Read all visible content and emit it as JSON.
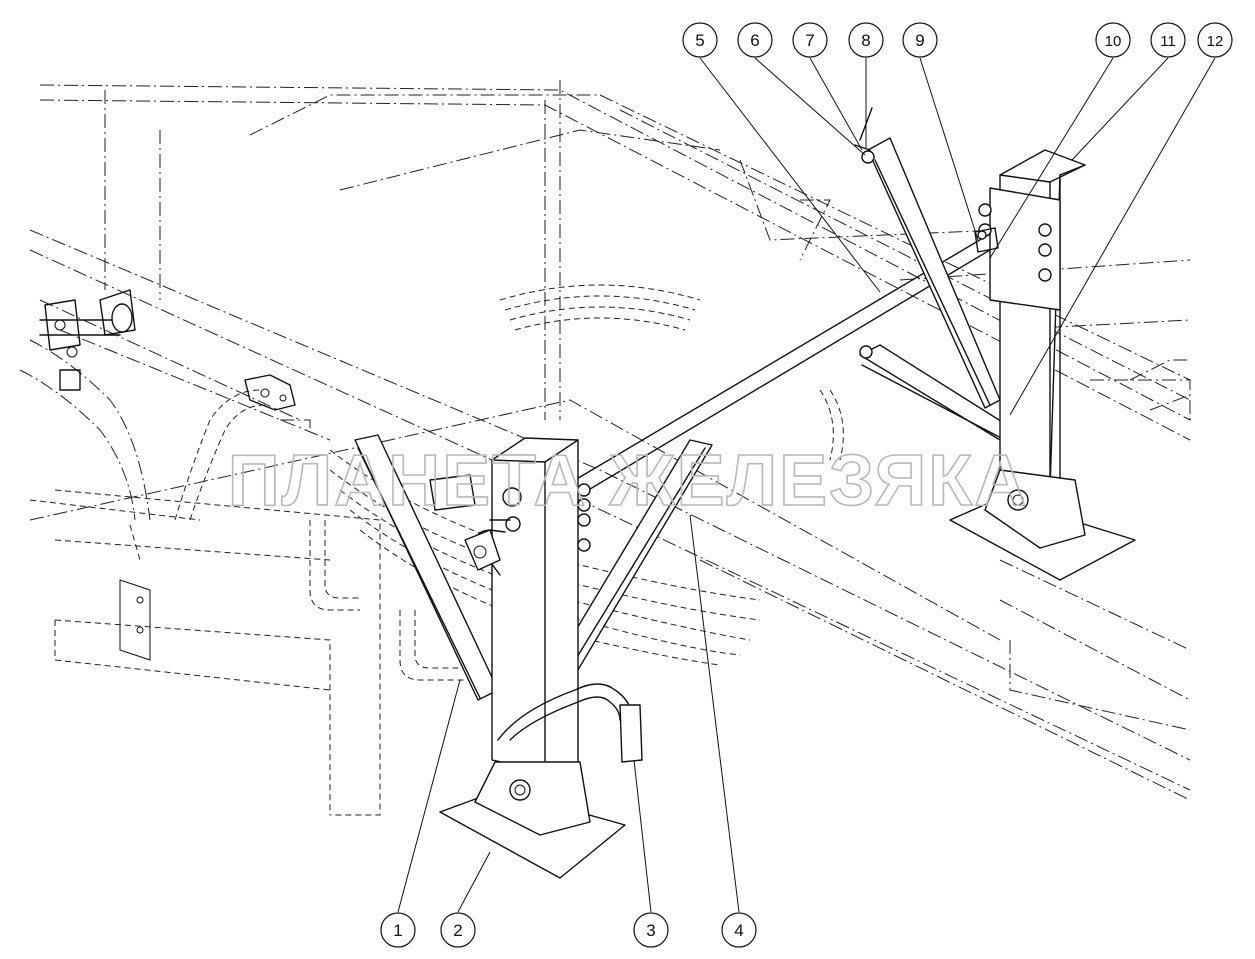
{
  "diagram": {
    "watermark": "ПЛАНЕТА ЖЕЛЕЗЯКА",
    "callouts": [
      "1",
      "2",
      "3",
      "4",
      "5",
      "6",
      "7",
      "8",
      "9",
      "10",
      "11",
      "12"
    ]
  }
}
